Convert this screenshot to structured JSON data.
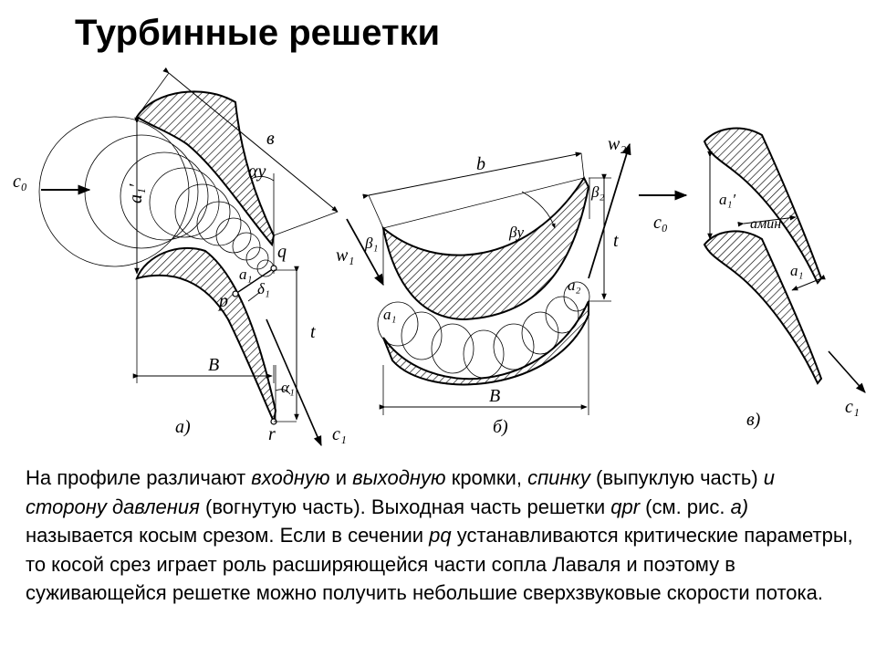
{
  "title": "Турбинные решетки",
  "figure": {
    "panel_a": {
      "caption": "а)",
      "labels": {
        "c0": "c₀",
        "a1p": "a₁′",
        "b": "в",
        "ay": "αу",
        "q": "q",
        "a1": "a₁",
        "d1": "δ₁",
        "p": "p",
        "t": "t",
        "B": "В",
        "alpha1": "α₁",
        "r": "r",
        "c1": "c₁"
      }
    },
    "panel_b": {
      "caption": "б)",
      "labels": {
        "b": "b",
        "w2": "w₂",
        "beta2": "β₂",
        "betay": "βу",
        "t": "t",
        "w1": "w₁",
        "beta1": "β₁",
        "a1": "a₁",
        "a2": "a₂",
        "B": "В"
      }
    },
    "panel_v": {
      "caption": "в)",
      "labels": {
        "c0": "c₀",
        "a1p": "a₁′",
        "amin": "aмин",
        "a1": "a₁",
        "c1": "c₁"
      }
    }
  },
  "body": {
    "s1": "На профиле различают ",
    "s2": "входную",
    "s3": " и ",
    "s4": "выходную",
    "s5": " кромки, ",
    "s6": "спинку",
    "s7": " (выпуклую часть) ",
    "s8": "и сторону давления",
    "s9": " (вогнутую часть). Выходная часть решетки ",
    "s10": "qpr",
    "s11": " (см. рис. ",
    "s12": "а)",
    "s13": " называется косым срезом. Если в сечении ",
    "s14": "pq",
    "s15": " устанавливаются критические параметры, то косой срез играет роль расширяющейся части сопла Лаваля и поэтому в суживающейся решетке можно получить небольшие сверхзвуковые скорости потока."
  }
}
